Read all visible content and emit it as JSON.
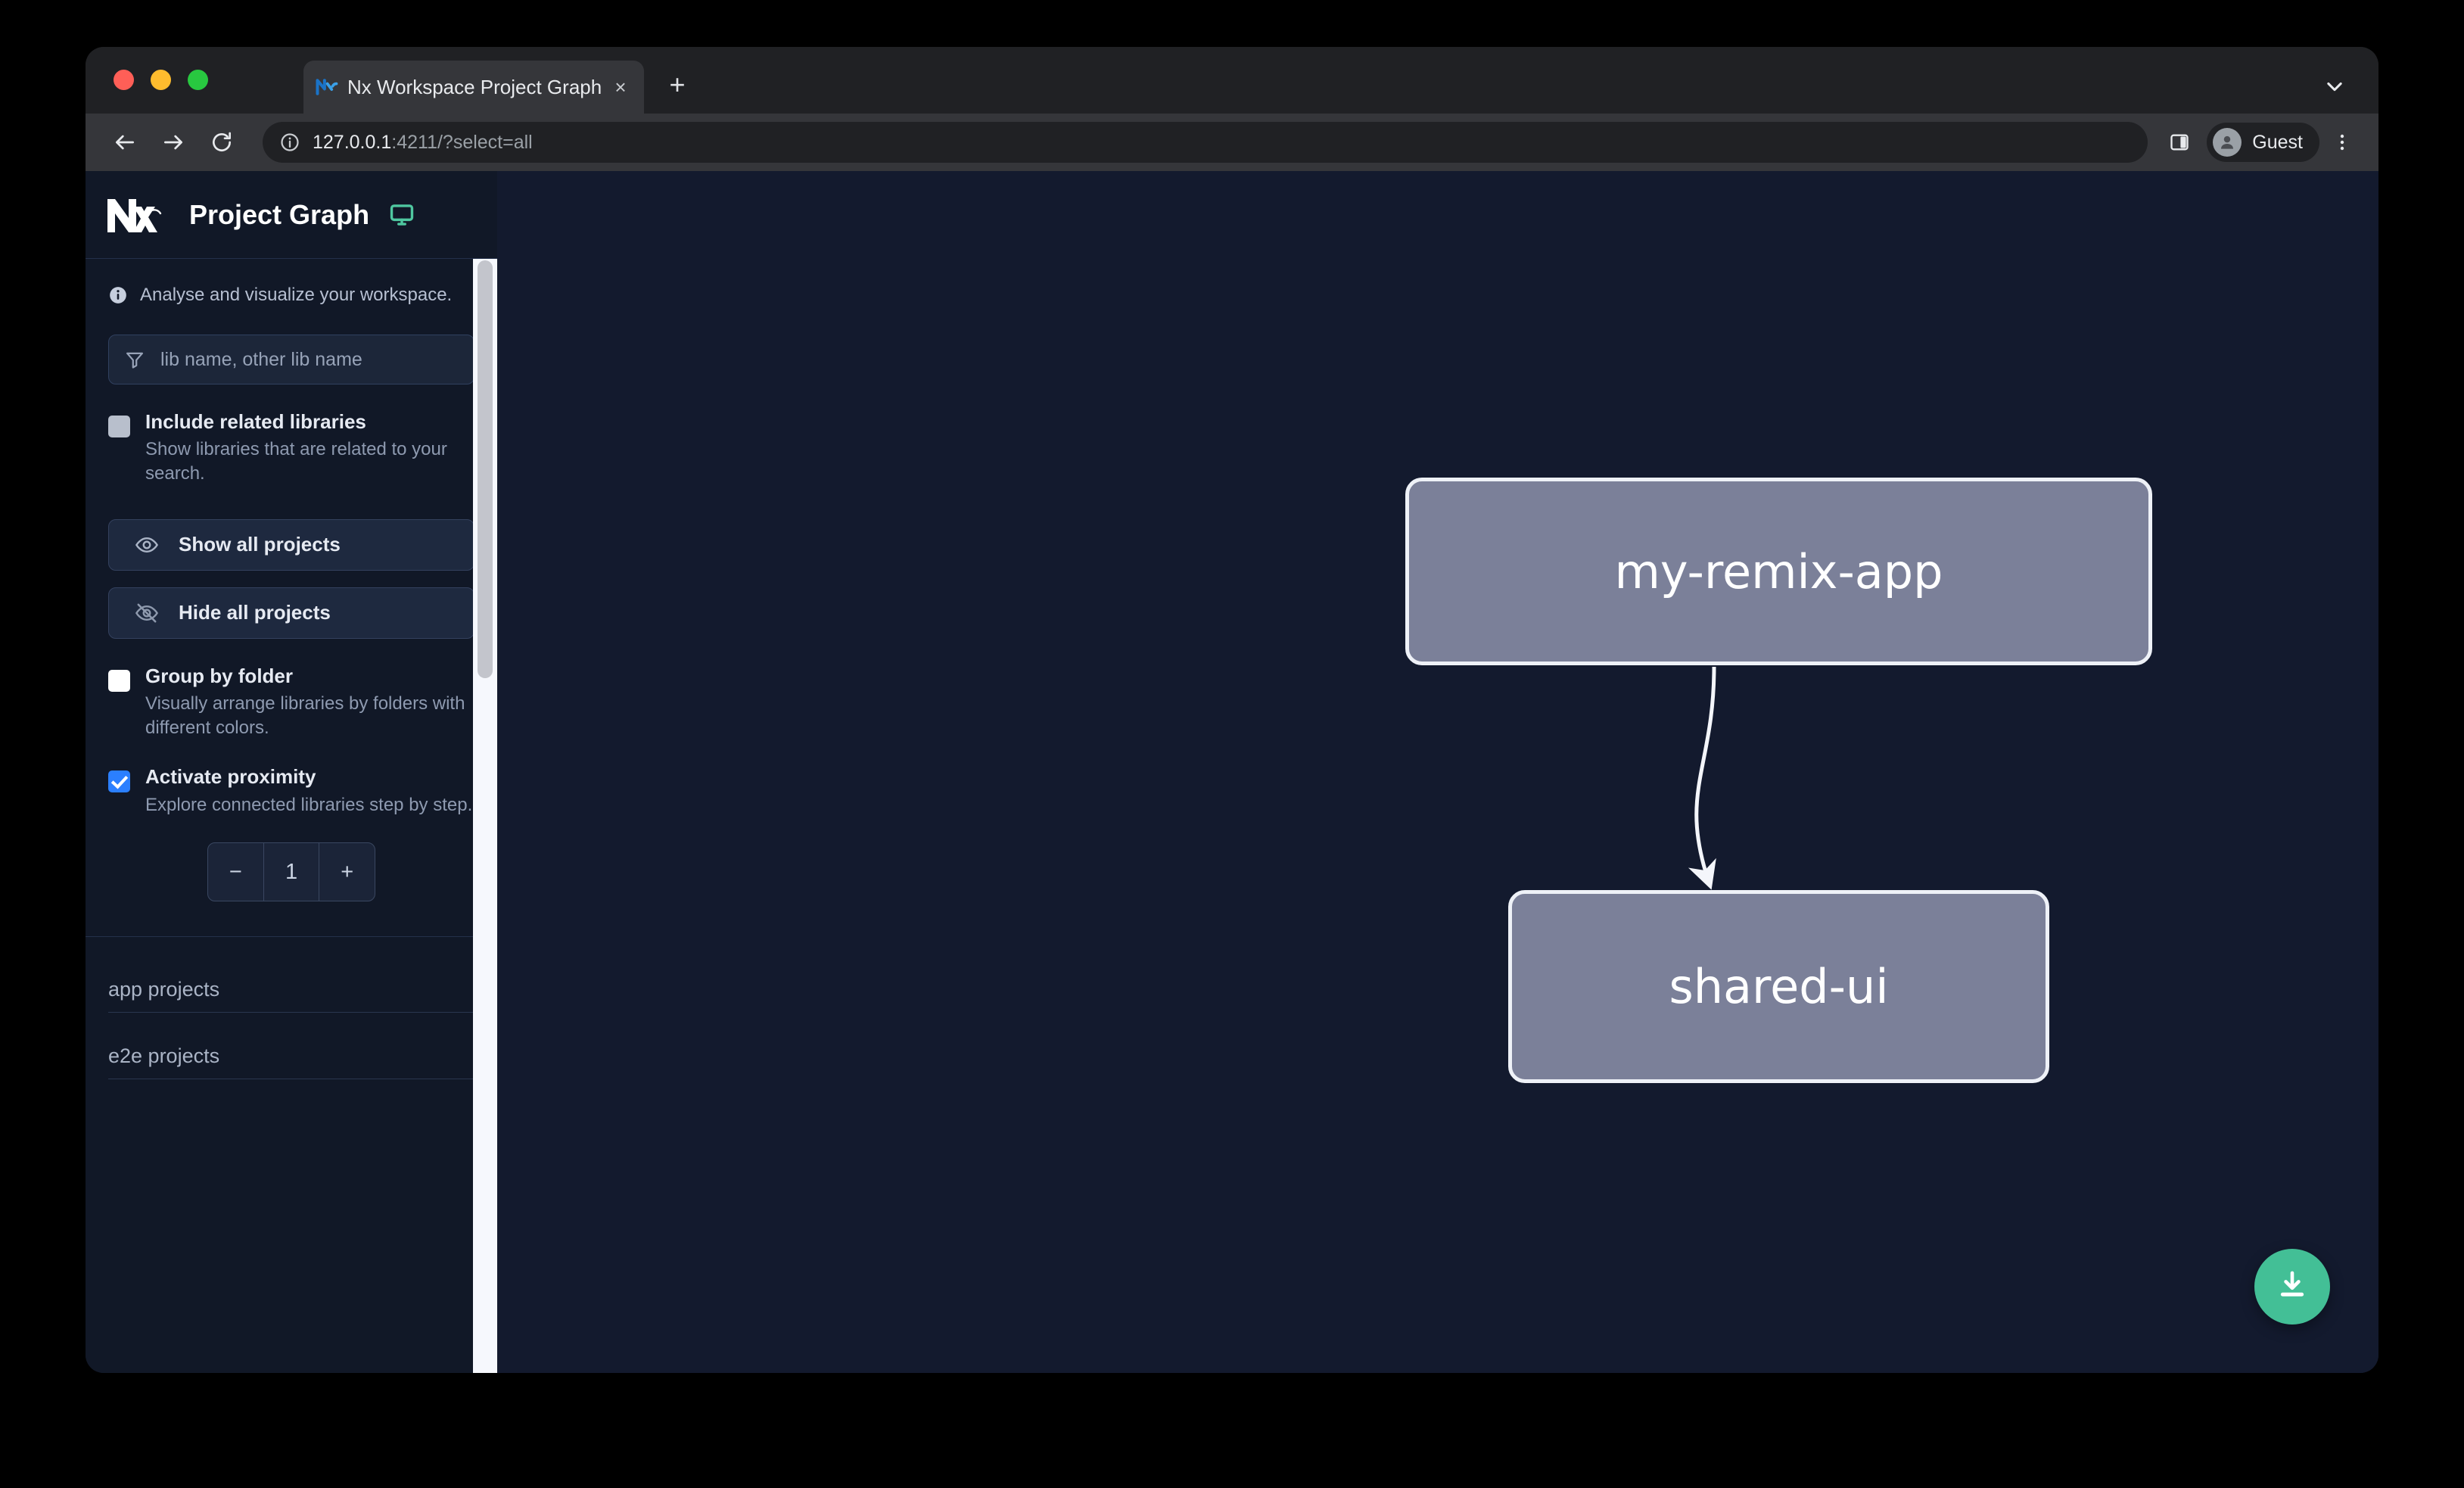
{
  "browser": {
    "tab": {
      "title": "Nx Workspace Project Graph",
      "favicon_name": "nx-favicon",
      "close_label": "×"
    },
    "new_tab_label": "+",
    "tabstrip_menu_name": "chevron-down-icon",
    "toolbar": {
      "back_label": "←",
      "forward_label": "→",
      "reload_label": "⟳",
      "url_host": "127.0.0.1",
      "url_rest": ":4211/?select=all",
      "site_info_name": "info-circle-icon",
      "side_panel_name": "side-panel-icon",
      "profile_name": "Guest",
      "menu_label": "⋮"
    },
    "traffic_lights": [
      {
        "name": "close",
        "color": "#ff5f57"
      },
      {
        "name": "minimize",
        "color": "#febc2e"
      },
      {
        "name": "zoom",
        "color": "#28c840"
      }
    ]
  },
  "sidebar": {
    "logo_name": "nx-logo",
    "title": "Project Graph",
    "monitor_icon_name": "monitor-icon",
    "monitor_icon_color": "#4fc7a0",
    "hint": "Analyse and visualize your workspace.",
    "search": {
      "placeholder": "lib name, other lib name",
      "value": "",
      "icon_name": "filter-icon"
    },
    "options": [
      {
        "id": "include-related-libraries",
        "label": "Include related libraries",
        "description": "Show libraries that are related to your search.",
        "checked": false,
        "style": "gray"
      },
      {
        "id": "group-by-folder",
        "label": "Group by folder",
        "description": "Visually arrange libraries by folders with different colors.",
        "checked": false,
        "style": "white"
      },
      {
        "id": "activate-proximity",
        "label": "Activate proximity",
        "description": "Explore connected libraries step by step.",
        "checked": true,
        "style": "blue"
      }
    ],
    "buttons": [
      {
        "id": "show-all-projects",
        "label": "Show all projects",
        "icon": "eye-icon"
      },
      {
        "id": "hide-all-projects",
        "label": "Hide all projects",
        "icon": "eye-slash-icon"
      }
    ],
    "proximity_stepper": {
      "decrement_label": "−",
      "value": "1",
      "increment_label": "+"
    },
    "project_groups": [
      {
        "id": "app-projects",
        "label": "app projects"
      },
      {
        "id": "e2e-projects",
        "label": "e2e projects"
      }
    ]
  },
  "graph": {
    "nodes": [
      {
        "id": "my-remix-app",
        "label": "my-remix-app"
      },
      {
        "id": "shared-ui",
        "label": "shared-ui"
      }
    ],
    "edges": [
      {
        "from": "my-remix-app",
        "to": "shared-ui"
      }
    ],
    "node_fill": "#7b8099",
    "node_border": "#eef1f7",
    "background": "#131a2e"
  },
  "download_button": {
    "icon_name": "download-icon",
    "color": "#43bf96"
  }
}
